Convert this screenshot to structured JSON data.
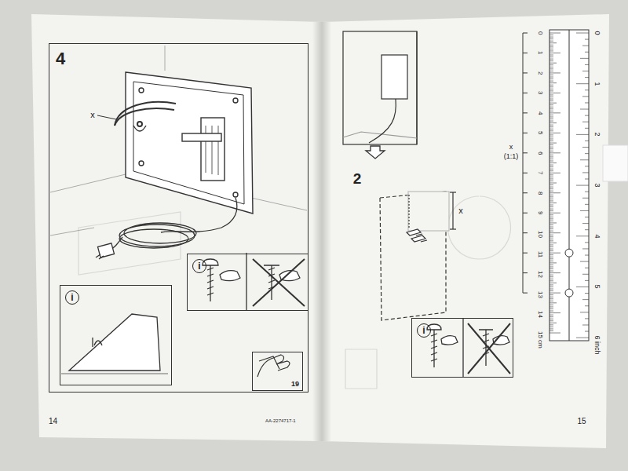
{
  "diagram": {
    "nodes": [
      {
        "text": [
          "4"
        ]
      },
      {
        "text": [
          "i"
        ],
        "in": 0
      },
      {
        "text": [
          "i"
        ],
        "in": 0
      },
      {
        "text": [
          "19"
        ],
        "in": 0
      },
      {
        "text": [
          "i"
        ]
      }
    ],
    "labels": [
      "x",
      "14",
      "AA-2274717-1",
      "2",
      "x",
      "x",
      "(1:1)",
      "15",
      "0",
      "1",
      "2",
      "3",
      "4",
      "5",
      "6",
      "7",
      "8",
      "9",
      "10",
      "11",
      "12",
      "13",
      "14",
      "15 cm",
      "0",
      "1",
      "2",
      "3",
      "4",
      "5",
      "6 inch"
    ]
  }
}
